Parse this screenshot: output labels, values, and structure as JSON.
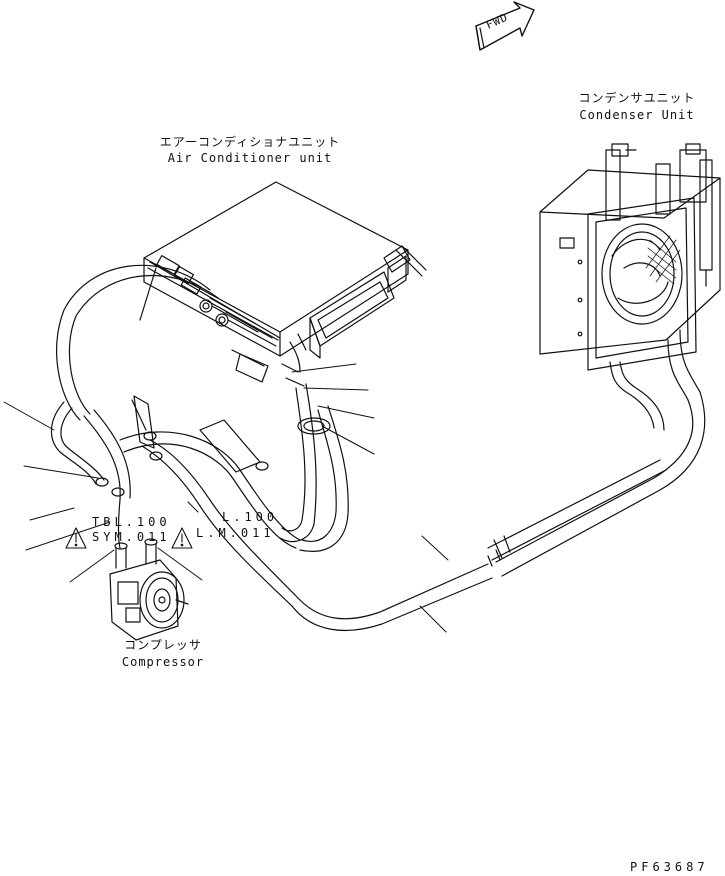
{
  "direction": {
    "label": "FWD"
  },
  "components": {
    "condenser": {
      "label_jp": "コンデンサユニット",
      "label_en": "Condenser Unit"
    },
    "air_conditioner": {
      "label_jp": "エアーコンディショナユニット",
      "label_en": "Air Conditioner unit"
    },
    "compressor": {
      "label_jp": "コンプレッサ",
      "label_en": "Compressor"
    }
  },
  "warnings": [
    {
      "code_a": "TBL.100",
      "code_b": "SYM.011"
    },
    {
      "code_a": "L.100",
      "code_b": "L.M.011"
    }
  ],
  "drawing_number": "PF63687"
}
